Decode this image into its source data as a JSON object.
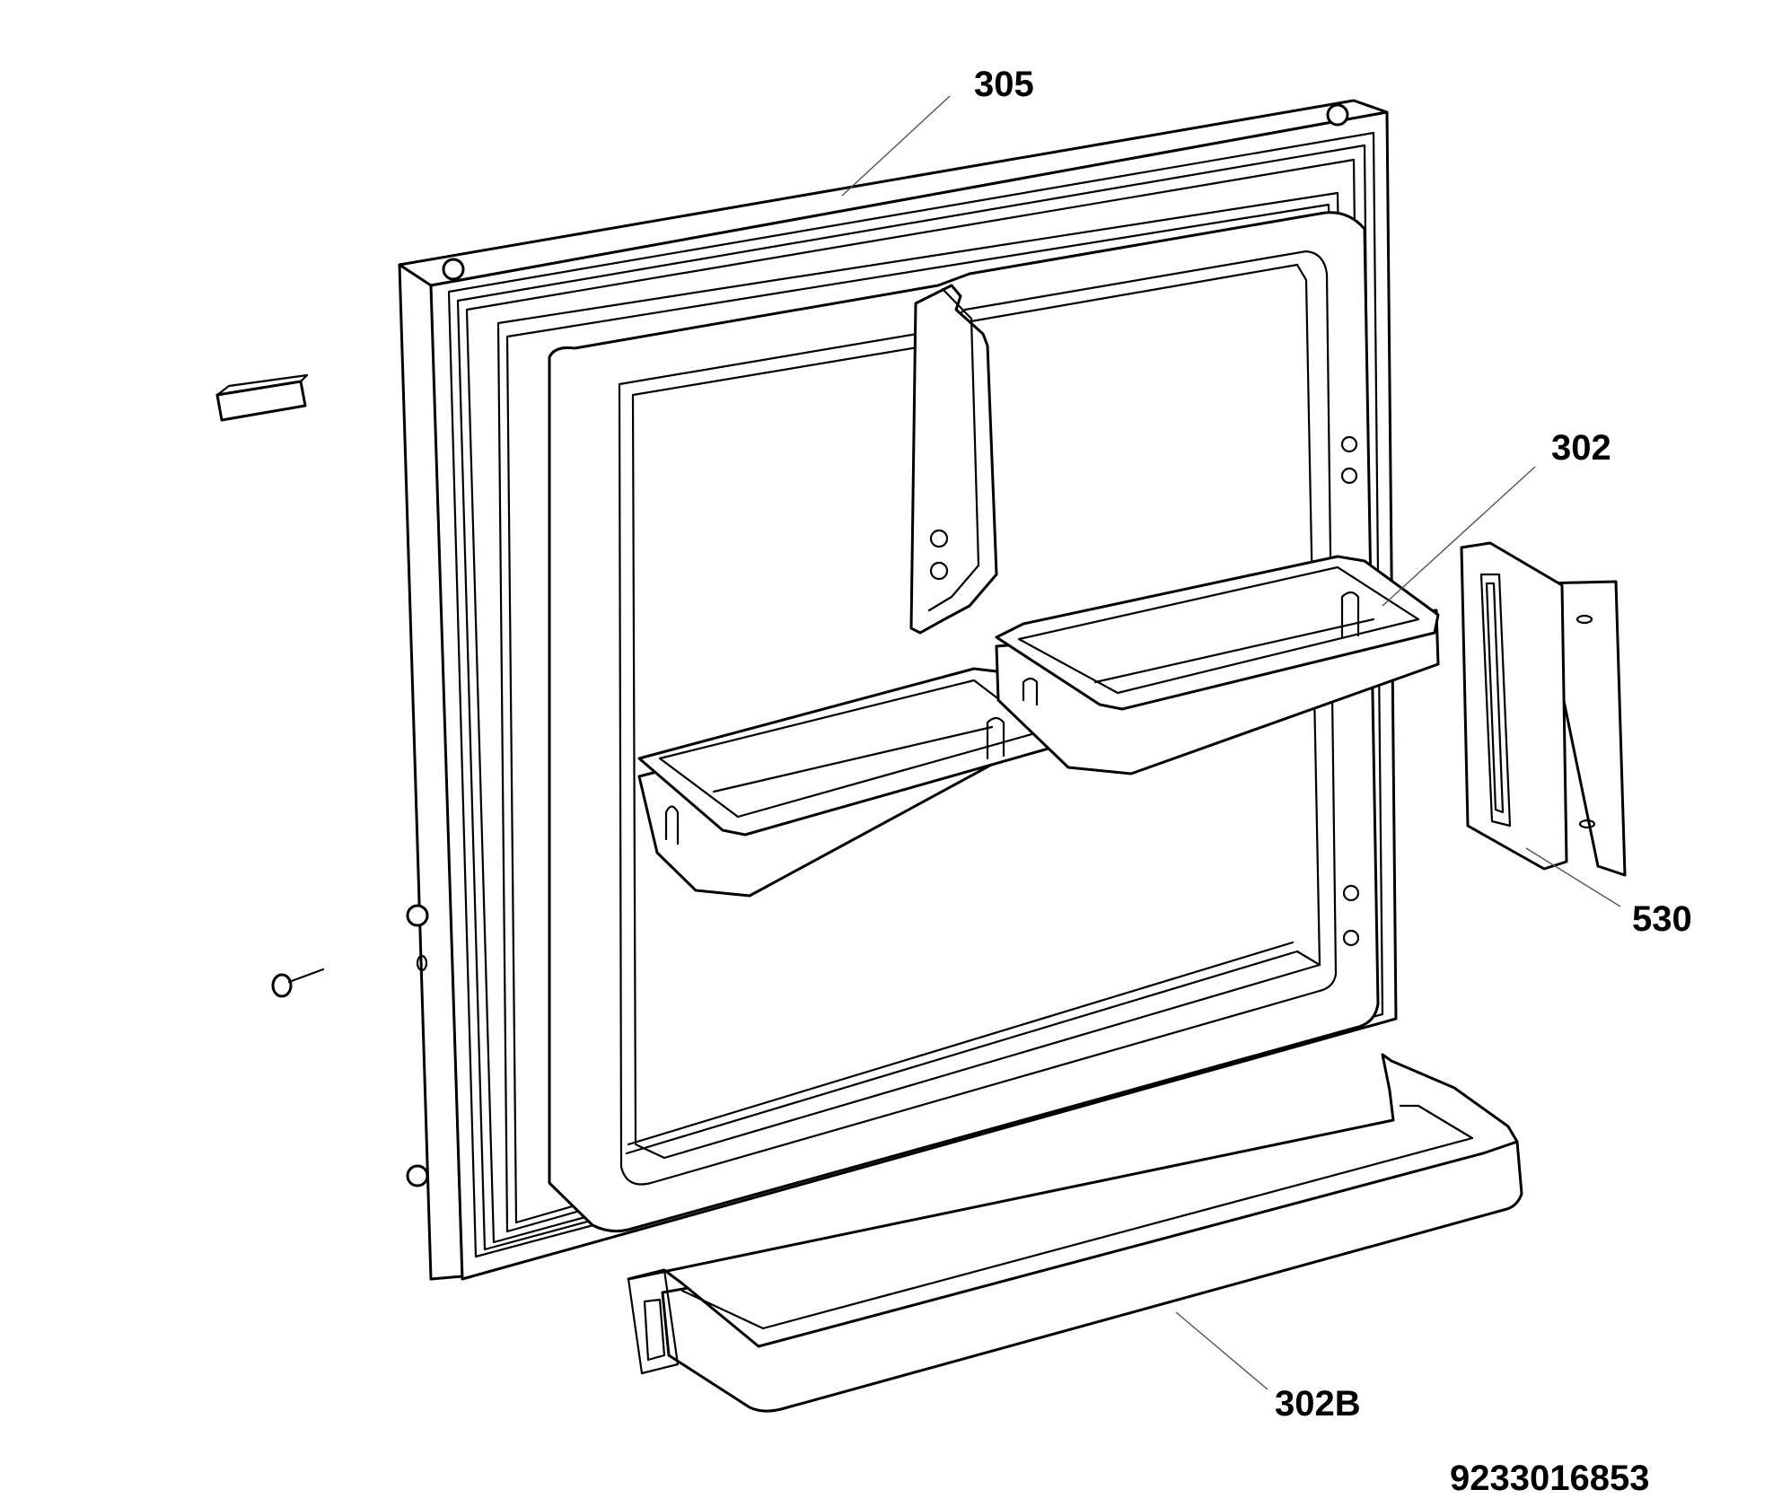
{
  "callouts": {
    "door_gasket": "305",
    "door_shelf": "302",
    "bottom_shelf": "302B",
    "handle": "530"
  },
  "drawing_number": "9233016853",
  "colors": {
    "line": "#000000",
    "leader": "#555555",
    "background": "#ffffff"
  }
}
